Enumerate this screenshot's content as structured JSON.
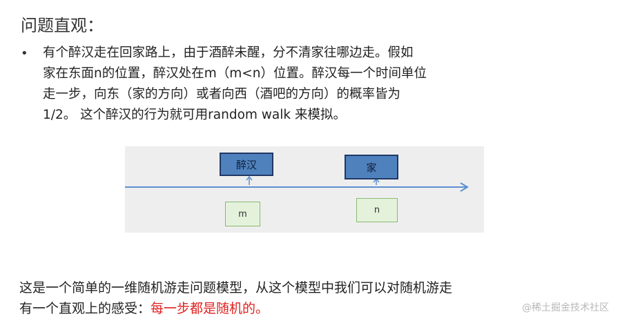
{
  "title": "问题直观：",
  "bullet": {
    "marker": "•",
    "lines": [
      "有个醉汉走在回家路上，由于酒醉未醒，分不清家往哪边走。假如",
      "家在东面n的位置，醉汉处在m（m<n）位置。醉汉每一个时间单位",
      "走一步，向东（家的方向）或者向西（酒吧的方向）的概率皆为",
      "1/2。 这个醉汉的行为就可用random walk 来模拟。"
    ]
  },
  "figure": {
    "drunkard_label": "醉汉",
    "home_label": "家",
    "m_label": "m",
    "n_label": "n",
    "colors": {
      "arrow": "#5b8fd1",
      "dark_box": "#4f81bd",
      "light_box": "#e4f2dc"
    }
  },
  "footer": {
    "line1": "这是一个简单的一维随机游走问题模型，从这个模型中我们可以对随机游走",
    "line2_prefix": "有一个直观上的感受：",
    "line2_highlight": "每一步都是随机的。",
    "highlight_color": "#e02020"
  },
  "watermark": "@稀土掘金技术社区"
}
